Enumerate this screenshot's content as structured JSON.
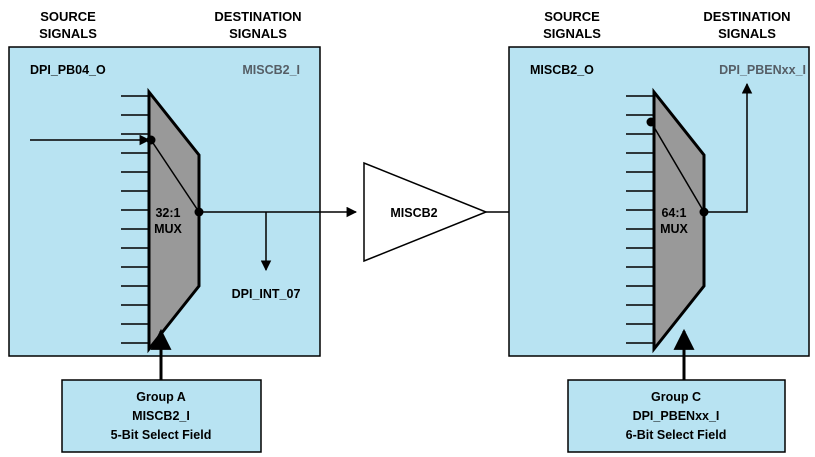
{
  "headers": {
    "left_source": [
      "SOURCE",
      "SIGNALS"
    ],
    "left_dest": [
      "DESTINATION",
      "SIGNALS"
    ],
    "right_source": [
      "SOURCE",
      "SIGNALS"
    ],
    "right_dest": [
      "DESTINATION",
      "SIGNALS"
    ]
  },
  "left_block": {
    "source_name": "DPI_PB04_O",
    "dest_name": "MISCB2_I",
    "mux_label": [
      "32:1",
      "MUX"
    ],
    "tap_output": "DPI_INT_07"
  },
  "buffer": {
    "label": "MISCB2"
  },
  "right_block": {
    "source_name": "MISCB2_O",
    "dest_name": "DPI_PBENxx_I",
    "mux_label": [
      "64:1",
      "MUX"
    ]
  },
  "left_select": {
    "lines": [
      "Group A",
      "MISCB2_I",
      "5-Bit Select Field"
    ]
  },
  "right_select": {
    "lines": [
      "Group C",
      "DPI_PBENxx_I",
      "6-Bit Select Field"
    ]
  },
  "colors": {
    "block_fill": "#b8e3f2",
    "mux_fill": "#999999",
    "line": "#000000",
    "dest_text": "#555e66"
  }
}
